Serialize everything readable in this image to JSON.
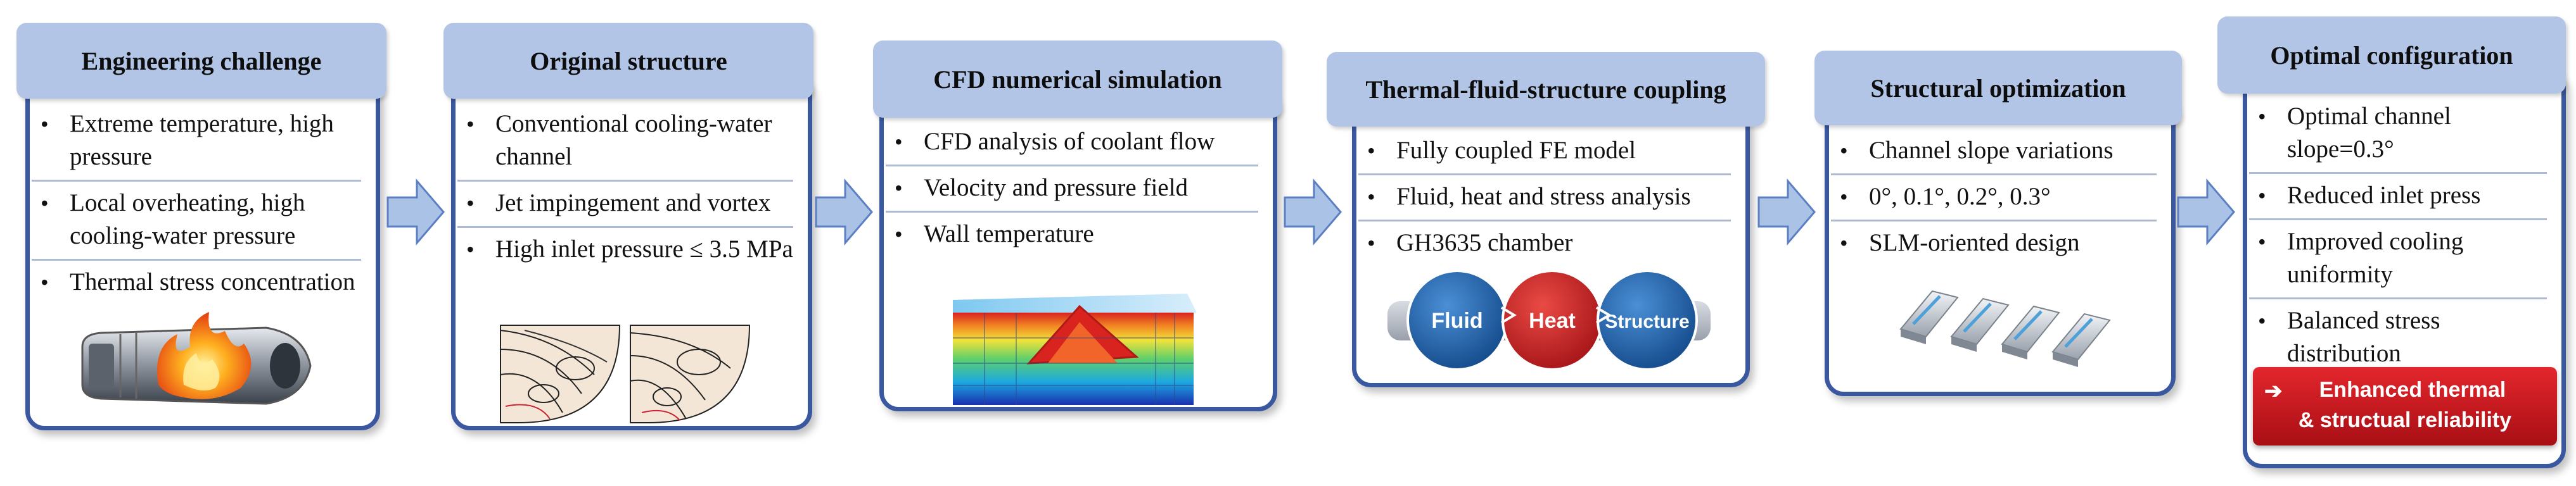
{
  "stages": [
    {
      "title": "Engineering challenge",
      "items": [
        "Extreme temperature, high pressure",
        "Local overheating, high cooling-water pressure",
        "Thermal stress concentration"
      ]
    },
    {
      "title": "Original structure",
      "items": [
        "Conventional cooling-water channel",
        "Jet impingement and vortex",
        "High inlet pressure ≤ 3.5 MPa"
      ]
    },
    {
      "title": "CFD numerical simulation",
      "items": [
        "CFD analysis of coolant flow",
        "Velocity and pressure field",
        "Wall temperature"
      ]
    },
    {
      "title": "Thermal-fluid-structure coupling",
      "items": [
        "Fully coupled FE model",
        "Fluid, heat and stress analysis",
        "GH3635 chamber"
      ],
      "coupling_labels": [
        "Fluid",
        "Heat",
        "Structure"
      ]
    },
    {
      "title": "Structural optimization",
      "items": [
        "Channel slope variations",
        "0°, 0.1°, 0.2°, 0.3°",
        "SLM-oriented design"
      ]
    },
    {
      "title": "Optimal configuration",
      "items": [
        "Optimal channel slope=0.3°",
        "Reduced inlet press",
        "Improved cooling uniformity",
        "Balanced stress distribution"
      ],
      "banner_line1": "Enhanced thermal",
      "banner_line2": "& structual reliability"
    }
  ],
  "colors": {
    "border": "#3a58a0",
    "header": "#b2c5e6",
    "arrow": "#a9c2e6",
    "fluid": "#1f5fa6",
    "heat": "#c62027",
    "banner": "#c8161d"
  },
  "icons": [
    "engine-fire-illustration",
    "vortex-streamline-illustration",
    "cfd-temperature-contour-illustration",
    "coupling-circles-illustration",
    "channel-slope-blocks-illustration",
    "right-arrow-icon"
  ]
}
